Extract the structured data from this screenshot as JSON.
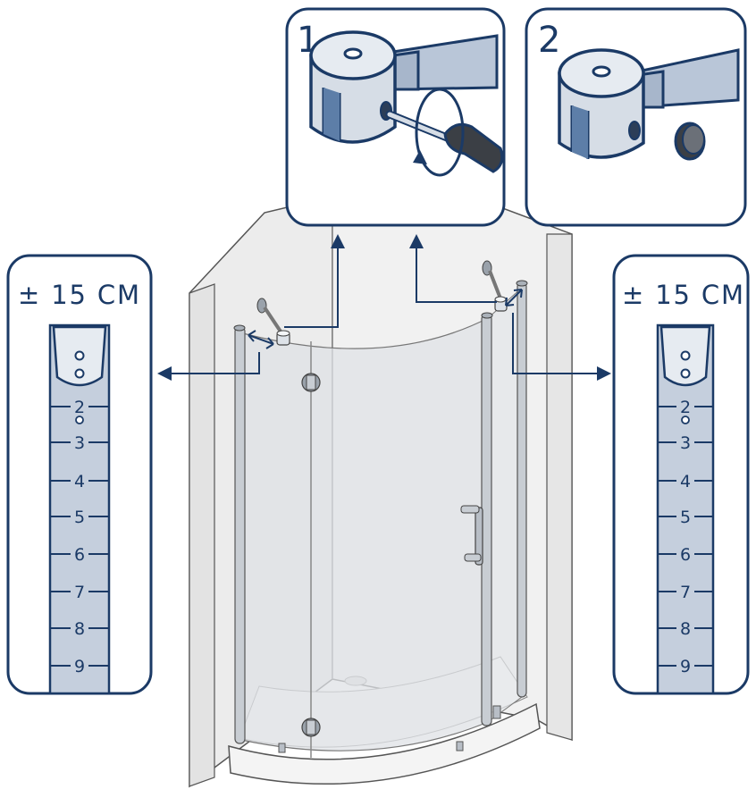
{
  "colors": {
    "navy": "#1b3a66",
    "steel": "#c5cfdd",
    "wall": "#ededed",
    "wall_shade": "#e2e2e2",
    "chrome": "#b8bec6",
    "glass": "#e6e8ea"
  },
  "detail_steps": [
    {
      "number": "1",
      "icon": "screwdriver-icon"
    },
    {
      "number": "2",
      "icon": "cap-icon"
    }
  ],
  "adjustment": {
    "left": {
      "range_label": "± 15 CM",
      "scale_marks": [
        "2",
        "3",
        "4",
        "5",
        "6",
        "7",
        "8",
        "9"
      ]
    },
    "right": {
      "range_label": "± 15 CM",
      "scale_marks": [
        "2",
        "3",
        "4",
        "5",
        "6",
        "7",
        "8",
        "9"
      ]
    }
  }
}
